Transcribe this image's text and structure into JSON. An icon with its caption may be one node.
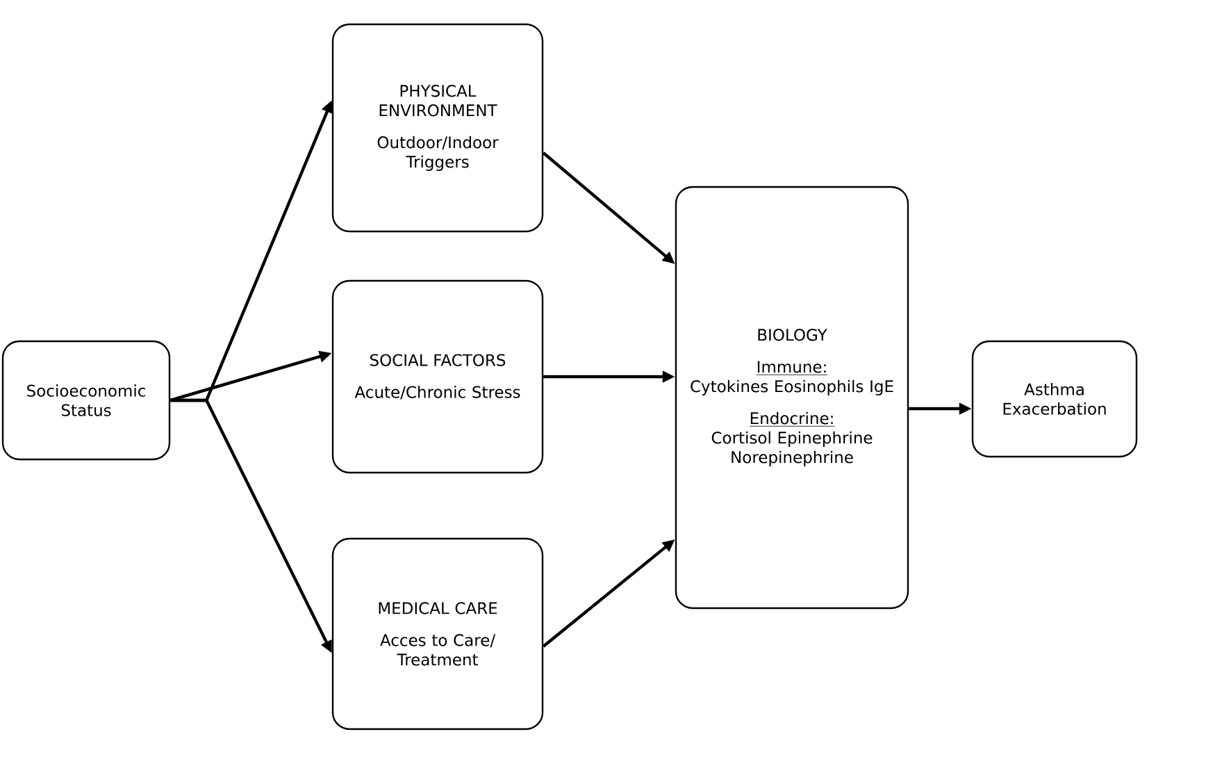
{
  "diagram": {
    "nodes": [
      {
        "text": [
          "Socioeconomic Status"
        ]
      },
      {
        "text": [
          "PHYSICAL ENVIRONMENT",
          "Outdoor/Indoor Triggers"
        ]
      },
      {
        "text": [
          "SOCIAL FACTORS",
          "Acute/Chronic Stress"
        ]
      },
      {
        "text": [
          "MEDICAL CARE",
          "Acces to Care/ Treatment"
        ]
      },
      {
        "text": [
          "BIOLOGY",
          "Immune:",
          "Cytokines Eosinophils IgE",
          "Endocrine:",
          "Cortisol Epinephrine Norepinephrine"
        ]
      },
      {
        "text": [
          "Asthma Exacerbation"
        ]
      }
    ],
    "edges": [
      {
        "from": 0,
        "to": 1,
        "arrow": "to"
      },
      {
        "from": 0,
        "to": 2,
        "arrow": "to"
      },
      {
        "from": 0,
        "to": 3,
        "arrow": "to"
      },
      {
        "from": 1,
        "to": 4,
        "arrow": "to"
      },
      {
        "from": 2,
        "to": 4,
        "arrow": "to"
      },
      {
        "from": 3,
        "to": 4,
        "arrow": "to"
      },
      {
        "from": 4,
        "to": 5,
        "arrow": "to"
      }
    ]
  }
}
